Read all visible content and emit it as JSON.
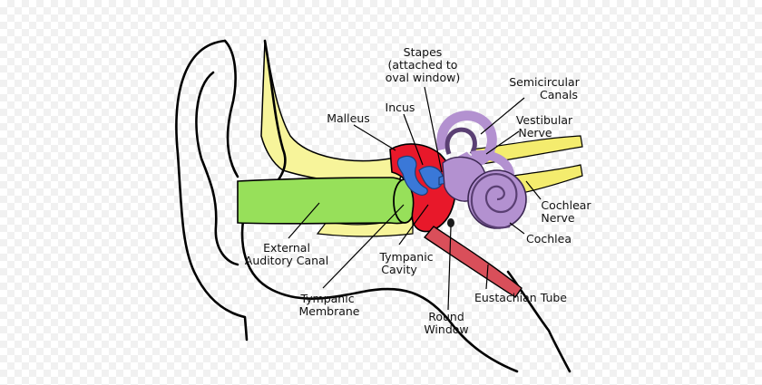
{
  "colors": {
    "outer_ear": "#ffffff",
    "bone": "#f7f49a",
    "canal": "#97e05a",
    "middle_ear": "#e8182a",
    "ossicles": "#3a78d8",
    "inner_ear": "#b391d0",
    "inner_ear_dark": "#5a3f73",
    "nerve": "#f4ec6e",
    "eustachian": "#d94f5a"
  },
  "labels": {
    "stapes_1": "Stapes",
    "stapes_2": "(attached to",
    "stapes_3": "oval window)",
    "semicircular_1": "Semicircular",
    "semicircular_2": "Canals",
    "malleus": "Malleus",
    "incus": "Incus",
    "vestibular_1": "Vestibular",
    "vestibular_2": "Nerve",
    "cochlear_nerve_1": "Cochlear",
    "cochlear_nerve_2": "Nerve",
    "cochlea": "Cochlea",
    "external_1": "External",
    "external_2": "Auditory Canal",
    "tympanic_cavity_1": "Tympanic",
    "tympanic_cavity_2": "Cavity",
    "eustachian": "Eustachian Tube",
    "tympanic_membrane_1": "Tympanic",
    "tympanic_membrane_2": "Membrane",
    "round_window_1": "Round",
    "round_window_2": "Window"
  }
}
